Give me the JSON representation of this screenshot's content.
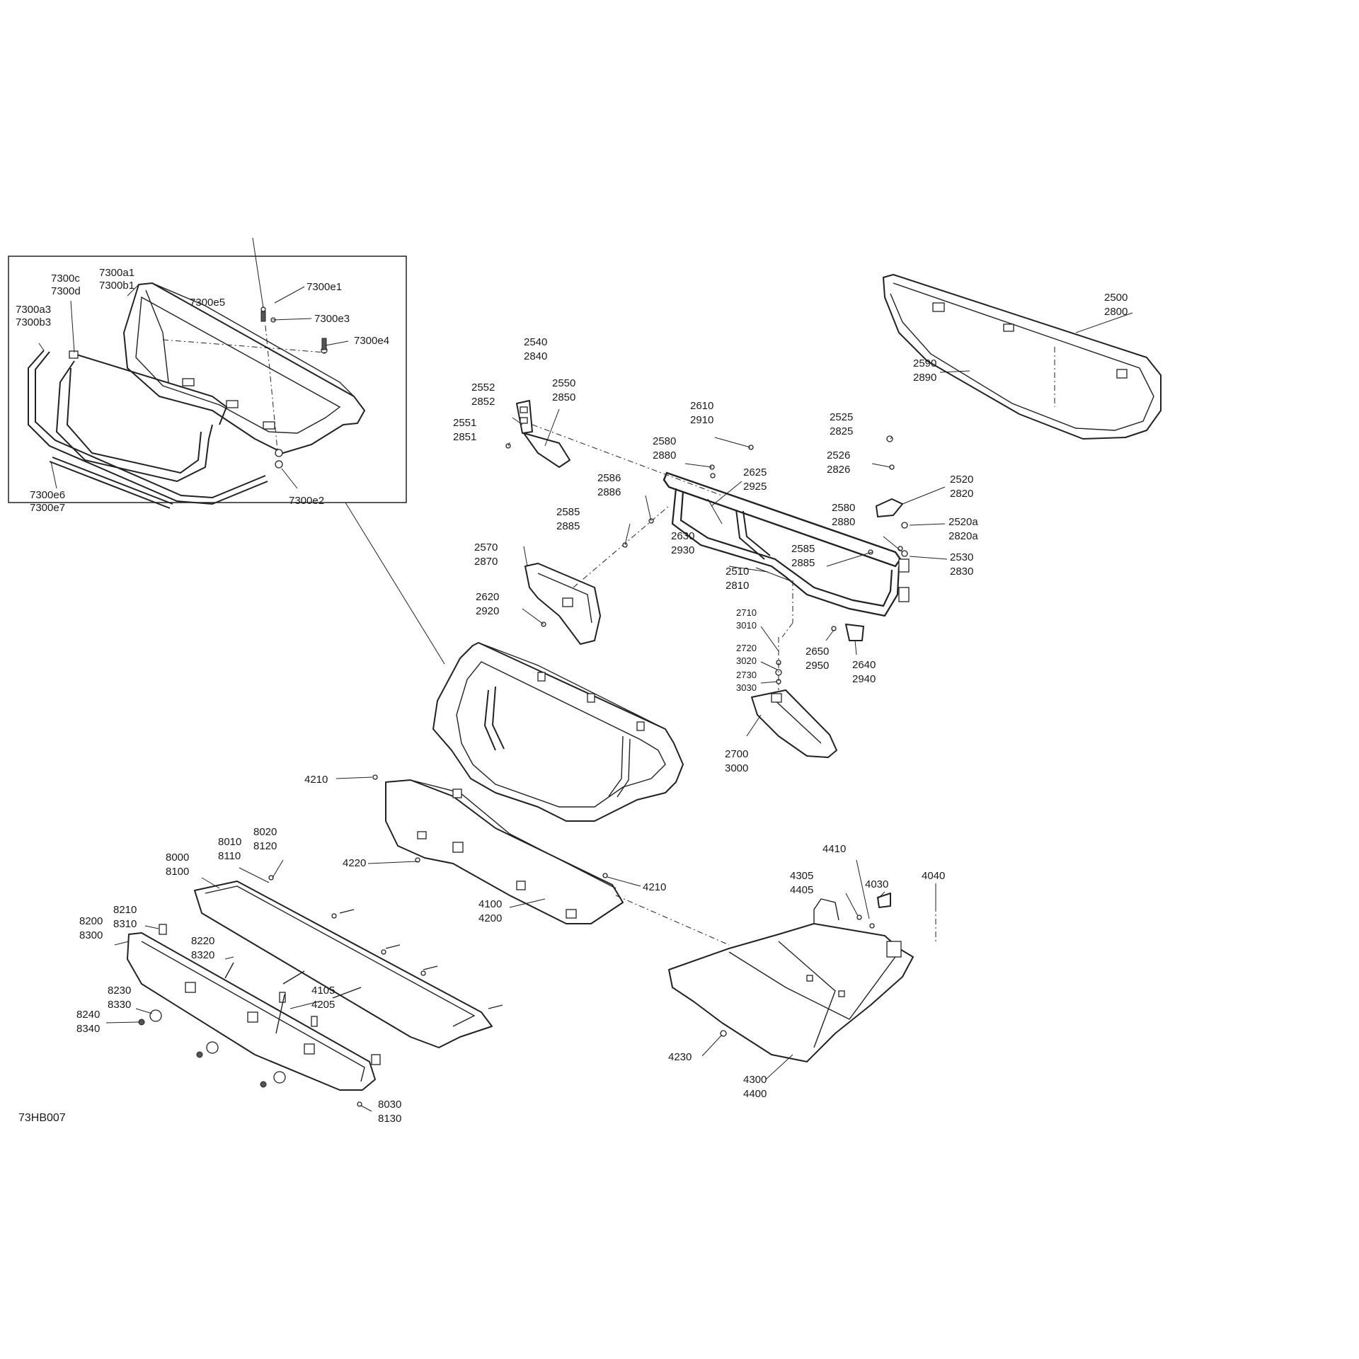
{
  "reference_code": "73HB007",
  "inset_callouts": {
    "c_7300a1_b1": [
      "7300a1",
      "7300b1"
    ],
    "c_7300c_d": [
      "7300c",
      "7300d"
    ],
    "c_7300a3_b3": [
      "7300a3",
      "7300b3"
    ],
    "c_7300e5": [
      "7300e5"
    ],
    "c_7300e1": [
      "7300e1"
    ],
    "c_7300e3": [
      "7300e3"
    ],
    "c_7300e4": [
      "7300e4"
    ],
    "c_7300e2": [
      "7300e2"
    ],
    "c_7300e6_e7": [
      "7300e6",
      "7300e7"
    ]
  },
  "callouts": {
    "c_2500": [
      "2500",
      "2800"
    ],
    "c_2590": [
      "2590",
      "2890"
    ],
    "c_2540": [
      "2540",
      "2840"
    ],
    "c_2552": [
      "2552",
      "2852"
    ],
    "c_2550": [
      "2550",
      "2850"
    ],
    "c_2551": [
      "2551",
      "2851"
    ],
    "c_2610": [
      "2610",
      "2910"
    ],
    "c_2580a": [
      "2580",
      "2880"
    ],
    "c_2625": [
      "2625",
      "2925"
    ],
    "c_2586": [
      "2586",
      "2886"
    ],
    "c_2585a": [
      "2585",
      "2885"
    ],
    "c_2630": [
      "2630",
      "2930"
    ],
    "c_2525": [
      "2525",
      "2825"
    ],
    "c_2526": [
      "2526",
      "2826"
    ],
    "c_2520": [
      "2520",
      "2820"
    ],
    "c_2580b": [
      "2580",
      "2880"
    ],
    "c_2520a": [
      "2520a",
      "2820a"
    ],
    "c_2530": [
      "2530",
      "2830"
    ],
    "c_2585b": [
      "2585",
      "2885"
    ],
    "c_2510": [
      "2510",
      "2810"
    ],
    "c_2570": [
      "2570",
      "2870"
    ],
    "c_2620": [
      "2620",
      "2920"
    ],
    "c_2710": [
      "2710",
      "3010"
    ],
    "c_2720": [
      "2720",
      "3020"
    ],
    "c_2730": [
      "2730",
      "3030"
    ],
    "c_2650": [
      "2650",
      "2950"
    ],
    "c_2640": [
      "2640",
      "2940"
    ],
    "c_2700": [
      "2700",
      "3000"
    ],
    "c_4210a": [
      "4210"
    ],
    "c_4220": [
      "4220"
    ],
    "c_4210b": [
      "4210"
    ],
    "c_4100": [
      "4100",
      "4200"
    ],
    "c_8020": [
      "8020",
      "8120"
    ],
    "c_8010": [
      "8010",
      "8110"
    ],
    "c_8000": [
      "8000",
      "8100"
    ],
    "c_8210": [
      "8210",
      "8310"
    ],
    "c_8200": [
      "8200",
      "8300"
    ],
    "c_8220": [
      "8220",
      "8320"
    ],
    "c_4105": [
      "4105",
      "4205"
    ],
    "c_8230": [
      "8230",
      "8330"
    ],
    "c_8240": [
      "8240",
      "8340"
    ],
    "c_8030": [
      "8030",
      "8130"
    ],
    "c_4410": [
      "4410"
    ],
    "c_4305": [
      "4305",
      "4405"
    ],
    "c_4030": [
      "4030"
    ],
    "c_4040": [
      "4040"
    ],
    "c_4230": [
      "4230"
    ],
    "c_4300": [
      "4300",
      "4400"
    ]
  }
}
